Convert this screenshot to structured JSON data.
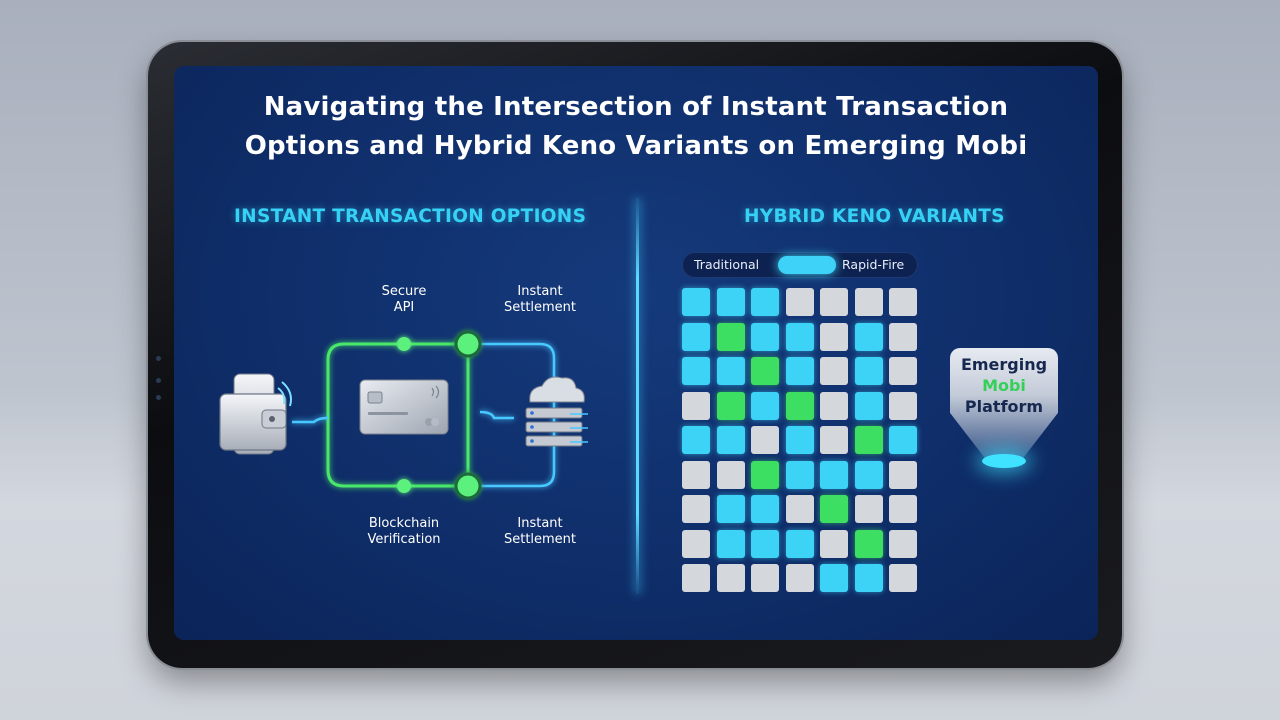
{
  "title": {
    "line1": "Navigating the Intersection of Instant Transaction",
    "line2": "Options and Hybrid Keno Variants on Emerging Mobi"
  },
  "left_section": {
    "heading": "INSTANT TRANSACTION OPTIONS",
    "labels": {
      "secure_api_1": "Secure",
      "secure_api_2": "API",
      "settlement_top_1": "Instant",
      "settlement_top_2": "Settlement",
      "blockchain_1": "Blockchain",
      "blockchain_2": "Verification",
      "settlement_bottom_1": "Instant",
      "settlement_bottom_2": "Settlement"
    },
    "icons": [
      "wallet-icon",
      "credit-card-icon",
      "cloud-server-icon"
    ]
  },
  "right_section": {
    "heading": "HYBRID KENO VARIANTS",
    "toggle": {
      "left": "Traditional",
      "right": "Rapid-Fire"
    },
    "grid_rows": [
      [
        "b",
        "b",
        "b",
        "g",
        "g",
        "g",
        "g"
      ],
      [
        "b",
        "G",
        "b",
        "b",
        "g",
        "b",
        "g"
      ],
      [
        "b",
        "b",
        "G",
        "b",
        "g",
        "b",
        "g"
      ],
      [
        "g",
        "G",
        "b",
        "G",
        "g",
        "b",
        "g"
      ],
      [
        "b",
        "b",
        "g",
        "b",
        "g",
        "G",
        "b"
      ],
      [
        "g",
        "g",
        "G",
        "b",
        "b",
        "b",
        "g"
      ],
      [
        "g",
        "b",
        "b",
        "g",
        "G",
        "g",
        "g"
      ],
      [
        "g",
        "b",
        "b",
        "b",
        "g",
        "G",
        "g"
      ],
      [
        "g",
        "g",
        "g",
        "g",
        "b",
        "b",
        "g"
      ]
    ],
    "platform": {
      "line1": "Emerging",
      "line2": "Mobi",
      "line3": "Platform"
    }
  },
  "colors": {
    "accent_cyan": "#35d2f5",
    "accent_green": "#3ddf63",
    "screen_bg": "#0f2e6a"
  }
}
